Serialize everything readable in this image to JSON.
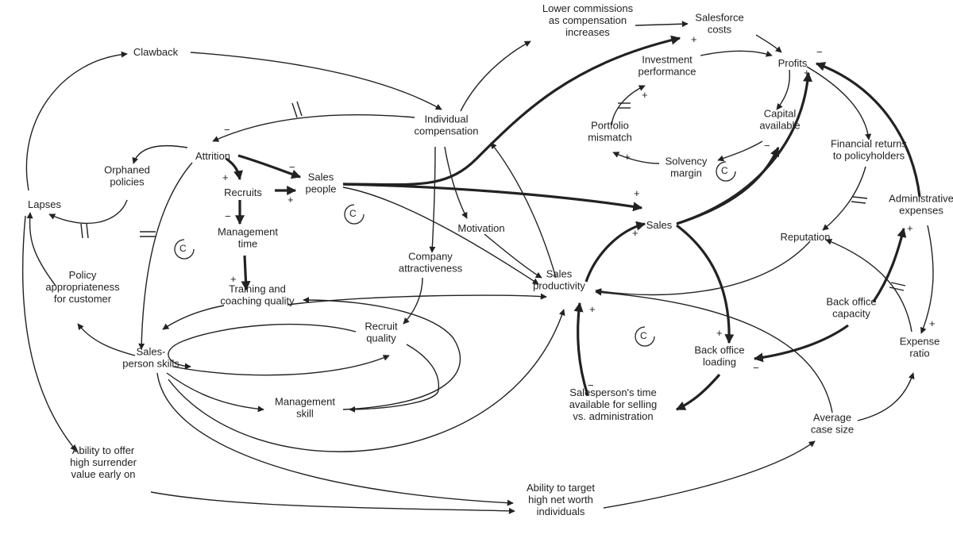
{
  "nodes": {
    "clawback": [
      "Clawback"
    ],
    "lapses": [
      "Lapses"
    ],
    "orphaned_policies": [
      "Orphaned",
      "policies"
    ],
    "attrition": [
      "Attrition"
    ],
    "recruits": [
      "Recruits"
    ],
    "sales_people": [
      "Sales",
      "people"
    ],
    "management_time": [
      "Management",
      "time"
    ],
    "training_coaching": [
      "Training and",
      "coaching quality"
    ],
    "policy_appropriateness": [
      "Policy",
      "appropriateness",
      "for customer"
    ],
    "salesperson_skills": [
      "Sales-",
      "person skills"
    ],
    "recruit_quality": [
      "Recruit",
      "quality"
    ],
    "management_skill": [
      "Management",
      "skill"
    ],
    "ability_surrender": [
      "Ability to offer",
      "high surrender",
      "value early on"
    ],
    "individual_compensation": [
      "Individual",
      "compensation"
    ],
    "motivation": [
      "Motivation"
    ],
    "company_attractiveness": [
      "Company",
      "attractiveness"
    ],
    "sales_productivity": [
      "Sales",
      "productivity"
    ],
    "lower_commissions": [
      "Lower commissions",
      "as compensation",
      "increases"
    ],
    "salesforce_costs": [
      "Salesforce",
      "costs"
    ],
    "investment_performance": [
      "Investment",
      "performance"
    ],
    "portfolio_mismatch": [
      "Portfolio",
      "mismatch"
    ],
    "solvency_margin": [
      "Solvency",
      "margin"
    ],
    "capital_available": [
      "Capital",
      "available"
    ],
    "profits": [
      "Profits"
    ],
    "sales": [
      "Sales"
    ],
    "financial_returns": [
      "Financial returns",
      "to policyholders"
    ],
    "administrative_expenses": [
      "Administrative",
      "expenses"
    ],
    "reputation": [
      "Reputation"
    ],
    "back_office_capacity": [
      "Back office",
      "capacity"
    ],
    "back_office_loading": [
      "Back office",
      "loading"
    ],
    "salesperson_time": [
      "Salesperson's time",
      "available for selling",
      "vs. administration"
    ],
    "expense_ratio": [
      "Expense",
      "ratio"
    ],
    "average_case_size": [
      "Average",
      "case size"
    ],
    "ability_target": [
      "Ability to target",
      "high net worth",
      "individuals"
    ]
  },
  "loop_marker": "C",
  "polarity": {
    "plus": "+",
    "minus": "−"
  }
}
